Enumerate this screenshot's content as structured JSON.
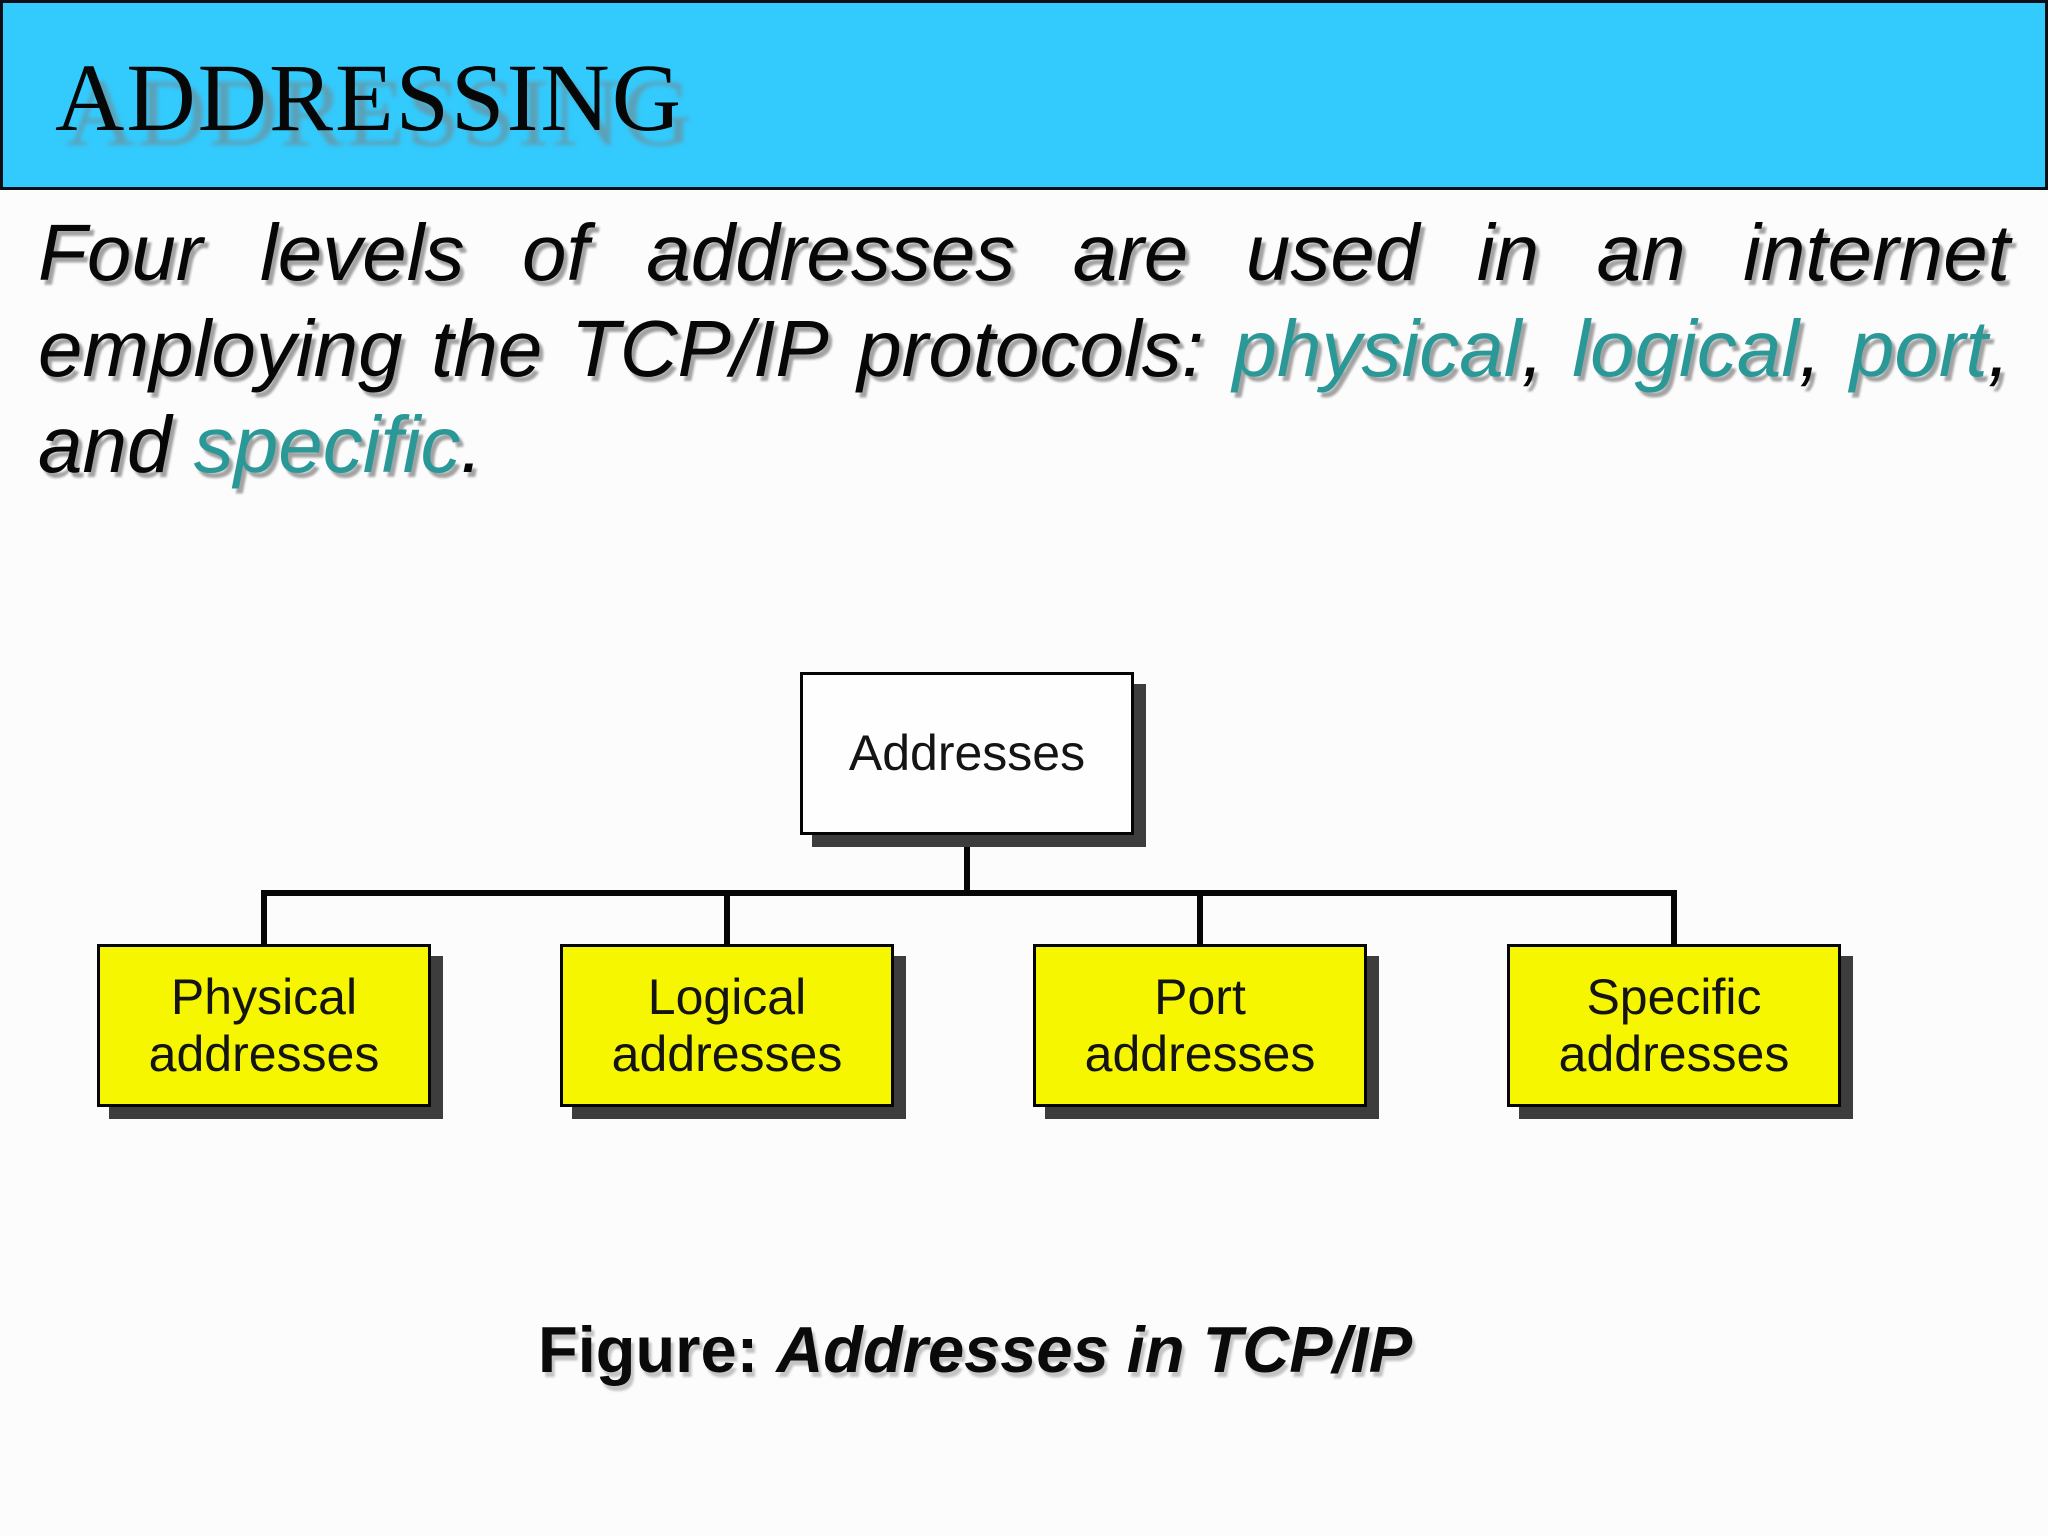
{
  "colors": {
    "header_bg": "#33CBFE",
    "accent_teal": "#2B9898",
    "box_yellow": "#F6F600",
    "shadow_gray": "#3D3D3D",
    "text_black": "#0B0B0B"
  },
  "header": {
    "title": "ADDRESSING"
  },
  "intro": {
    "line1_words": [
      {
        "parts": [
          {
            "text": "Four",
            "accent": false
          }
        ]
      },
      {
        "parts": [
          {
            "text": "levels",
            "accent": false
          }
        ]
      },
      {
        "parts": [
          {
            "text": "of",
            "accent": false
          }
        ]
      },
      {
        "parts": [
          {
            "text": "addresses",
            "accent": false
          }
        ]
      },
      {
        "parts": [
          {
            "text": "are",
            "accent": false
          }
        ]
      },
      {
        "parts": [
          {
            "text": "used",
            "accent": false
          }
        ]
      },
      {
        "parts": [
          {
            "text": "in",
            "accent": false
          }
        ]
      },
      {
        "parts": [
          {
            "text": "an",
            "accent": false
          }
        ]
      },
      {
        "parts": [
          {
            "text": "internet",
            "accent": false
          }
        ]
      }
    ],
    "line2_words": [
      {
        "parts": [
          {
            "text": "employing",
            "accent": false
          }
        ]
      },
      {
        "parts": [
          {
            "text": "the",
            "accent": false
          }
        ]
      },
      {
        "parts": [
          {
            "text": "TCP/IP",
            "accent": false
          }
        ]
      },
      {
        "parts": [
          {
            "text": "protocols:",
            "accent": false
          }
        ]
      },
      {
        "parts": [
          {
            "text": "physical",
            "accent": true
          },
          {
            "text": ",",
            "accent": false
          }
        ]
      },
      {
        "parts": [
          {
            "text": "logical",
            "accent": true
          },
          {
            "text": ",",
            "accent": false
          }
        ]
      },
      {
        "parts": [
          {
            "text": "port",
            "accent": true
          },
          {
            "text": ",",
            "accent": false
          }
        ]
      }
    ],
    "line3_segments": [
      {
        "text": "and ",
        "accent": false
      },
      {
        "text": "specific",
        "accent": true
      },
      {
        "text": ".",
        "accent": false
      }
    ]
  },
  "tree": {
    "root": {
      "label": "Addresses"
    },
    "children": [
      {
        "lines": [
          "Physical",
          "addresses"
        ]
      },
      {
        "lines": [
          "Logical",
          "addresses"
        ]
      },
      {
        "lines": [
          "Port",
          "addresses"
        ]
      },
      {
        "lines": [
          "Specific",
          "addresses"
        ]
      }
    ]
  },
  "caption": {
    "prefix": "Figure: ",
    "title": "Addresses in TCP/IP"
  }
}
